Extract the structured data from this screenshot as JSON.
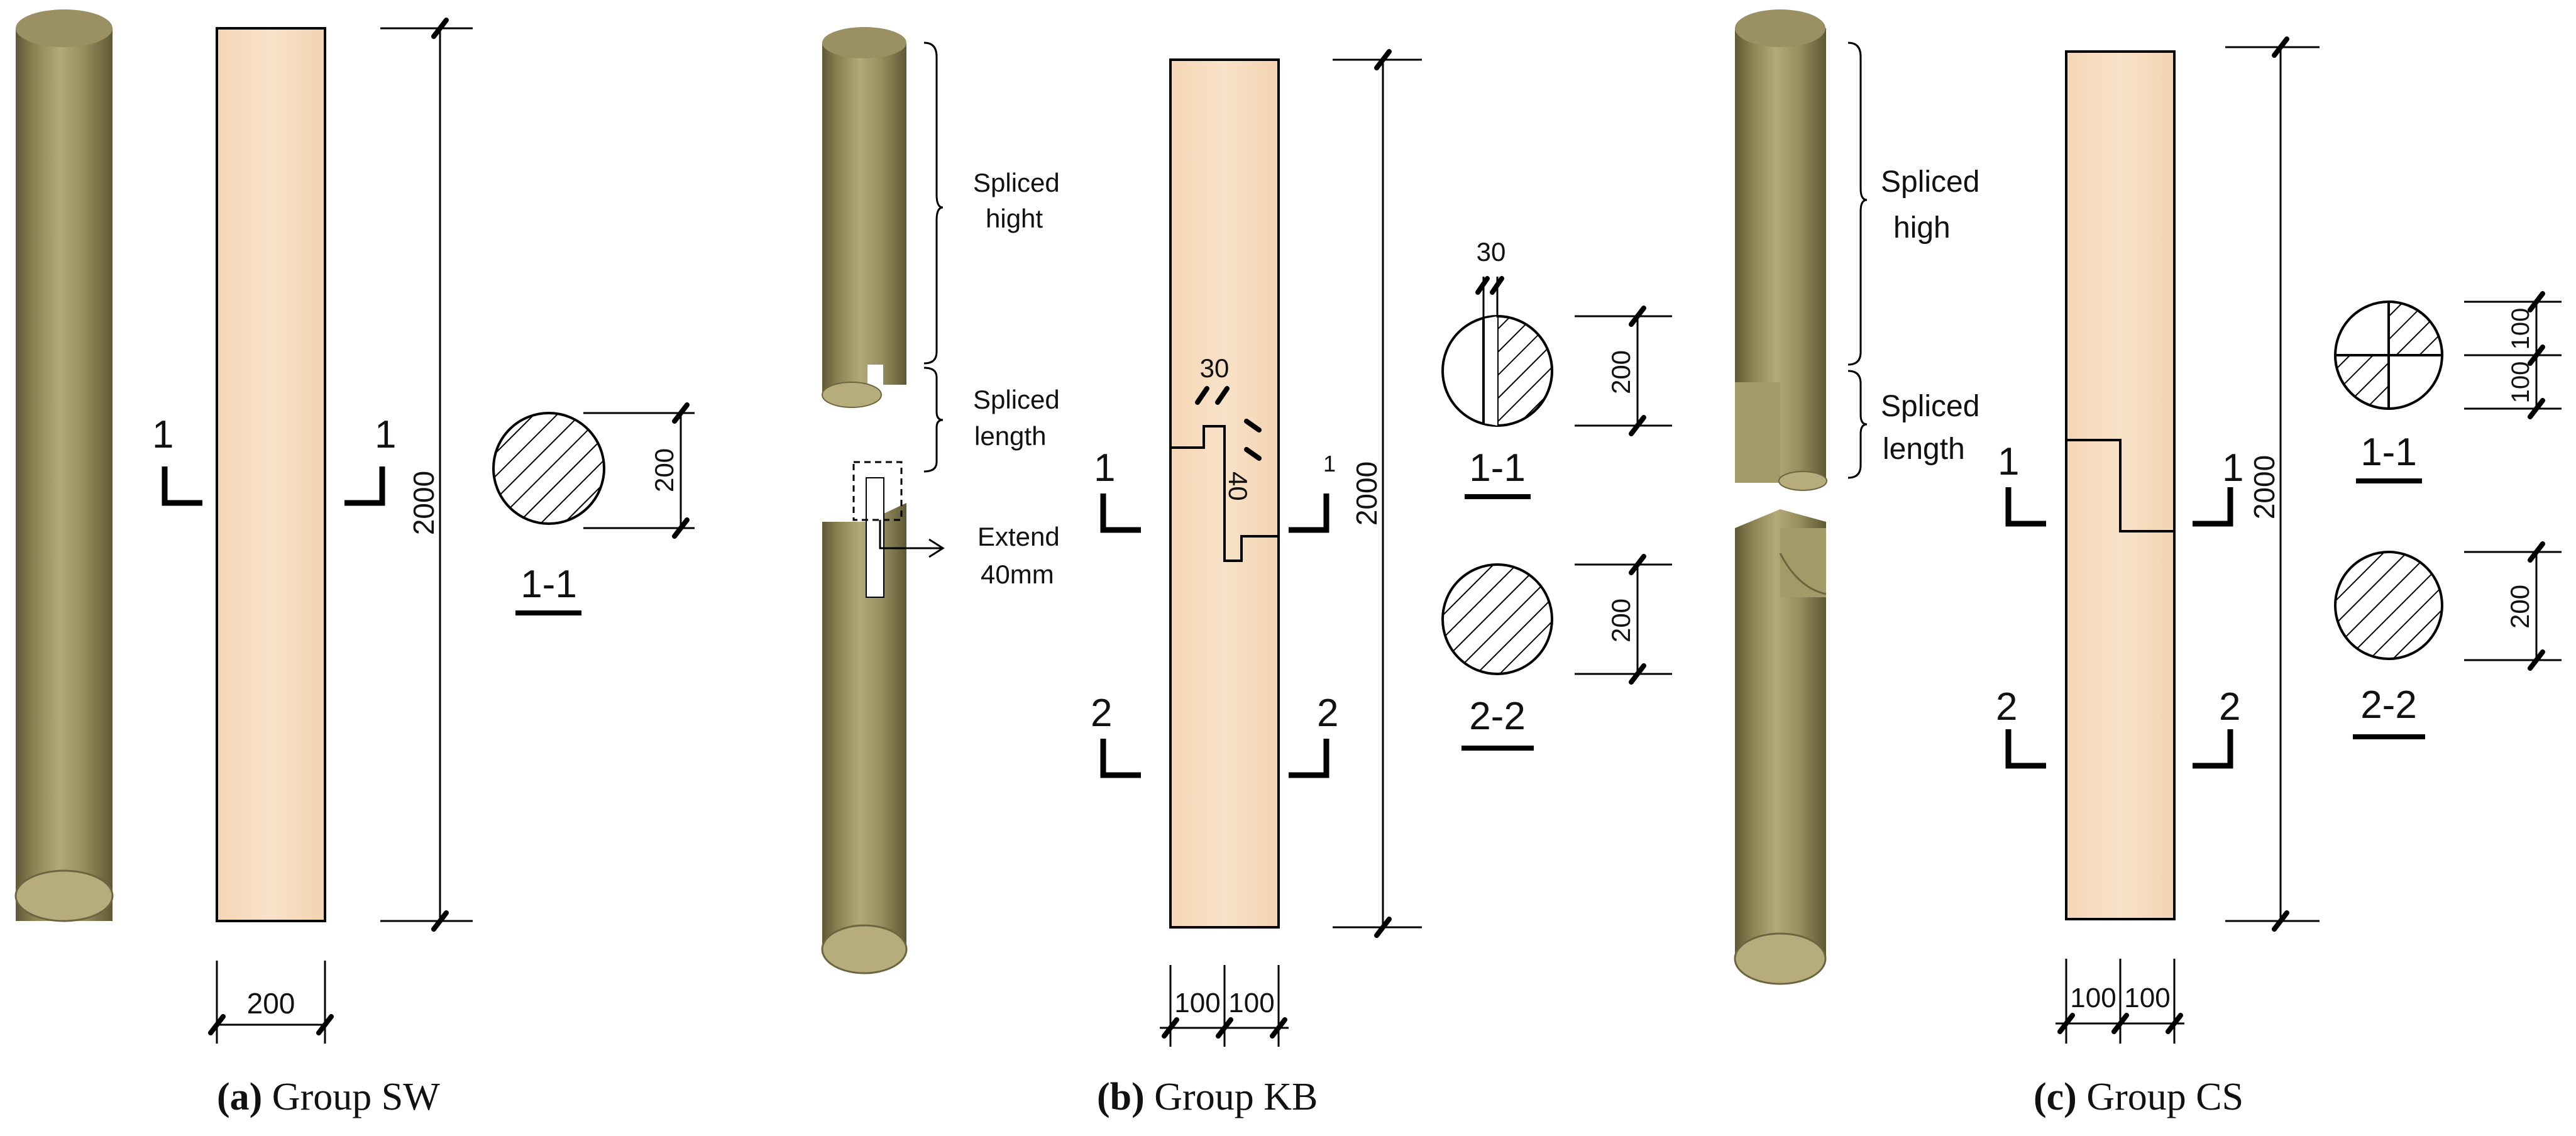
{
  "panels": [
    {
      "caption_letter": "(a)",
      "caption_rest": " Group SW",
      "section_1_left": "1",
      "section_1_right": "1",
      "section_title_1": "1-1",
      "dim_height": "2000",
      "dim_width": "200",
      "dim_circle": "200"
    },
    {
      "caption_letter": "(b)",
      "caption_rest": " Group KB",
      "spliced_upper_line1": "Spliced",
      "spliced_upper_line2": "hight",
      "spliced_lower_line1": "Spliced",
      "spliced_lower_line2": "length",
      "extend_line1": "Extend",
      "extend_line2": "40mm",
      "dim_30": "30",
      "dim_40": "40",
      "section_1_left": "1",
      "section_1_right": "1",
      "section_2_left": "2",
      "section_2_right": "2",
      "dim_height": "2000",
      "dim_width_a": "100",
      "dim_width_b": "100",
      "circle_top_30": "30",
      "circle_1_dim": "200",
      "circle_2_dim": "200",
      "section_title_1": "1-1",
      "section_title_2": "2-2"
    },
    {
      "caption_letter": "(c)",
      "caption_rest": " Group CS",
      "spliced_upper_line1": "Spliced",
      "spliced_upper_line2": "high",
      "spliced_lower_line1": "Spliced",
      "spliced_lower_line2": "length",
      "section_1_left": "1",
      "section_1_right": "1",
      "section_2_left": "2",
      "section_2_right": "2",
      "dim_height": "2000",
      "dim_width_a": "100",
      "dim_width_b": "100",
      "circle_1_dim_a": "100",
      "circle_1_dim_b": "100",
      "circle_2_dim": "200",
      "section_title_1": "1-1",
      "section_title_2": "2-2"
    }
  ],
  "colors": {
    "wood_log": "#8f8656",
    "wood_log_light": "#b3aa78",
    "wood_log_dark": "#5e5836",
    "timber_board": "#f7ddc0",
    "line": "#000000"
  }
}
